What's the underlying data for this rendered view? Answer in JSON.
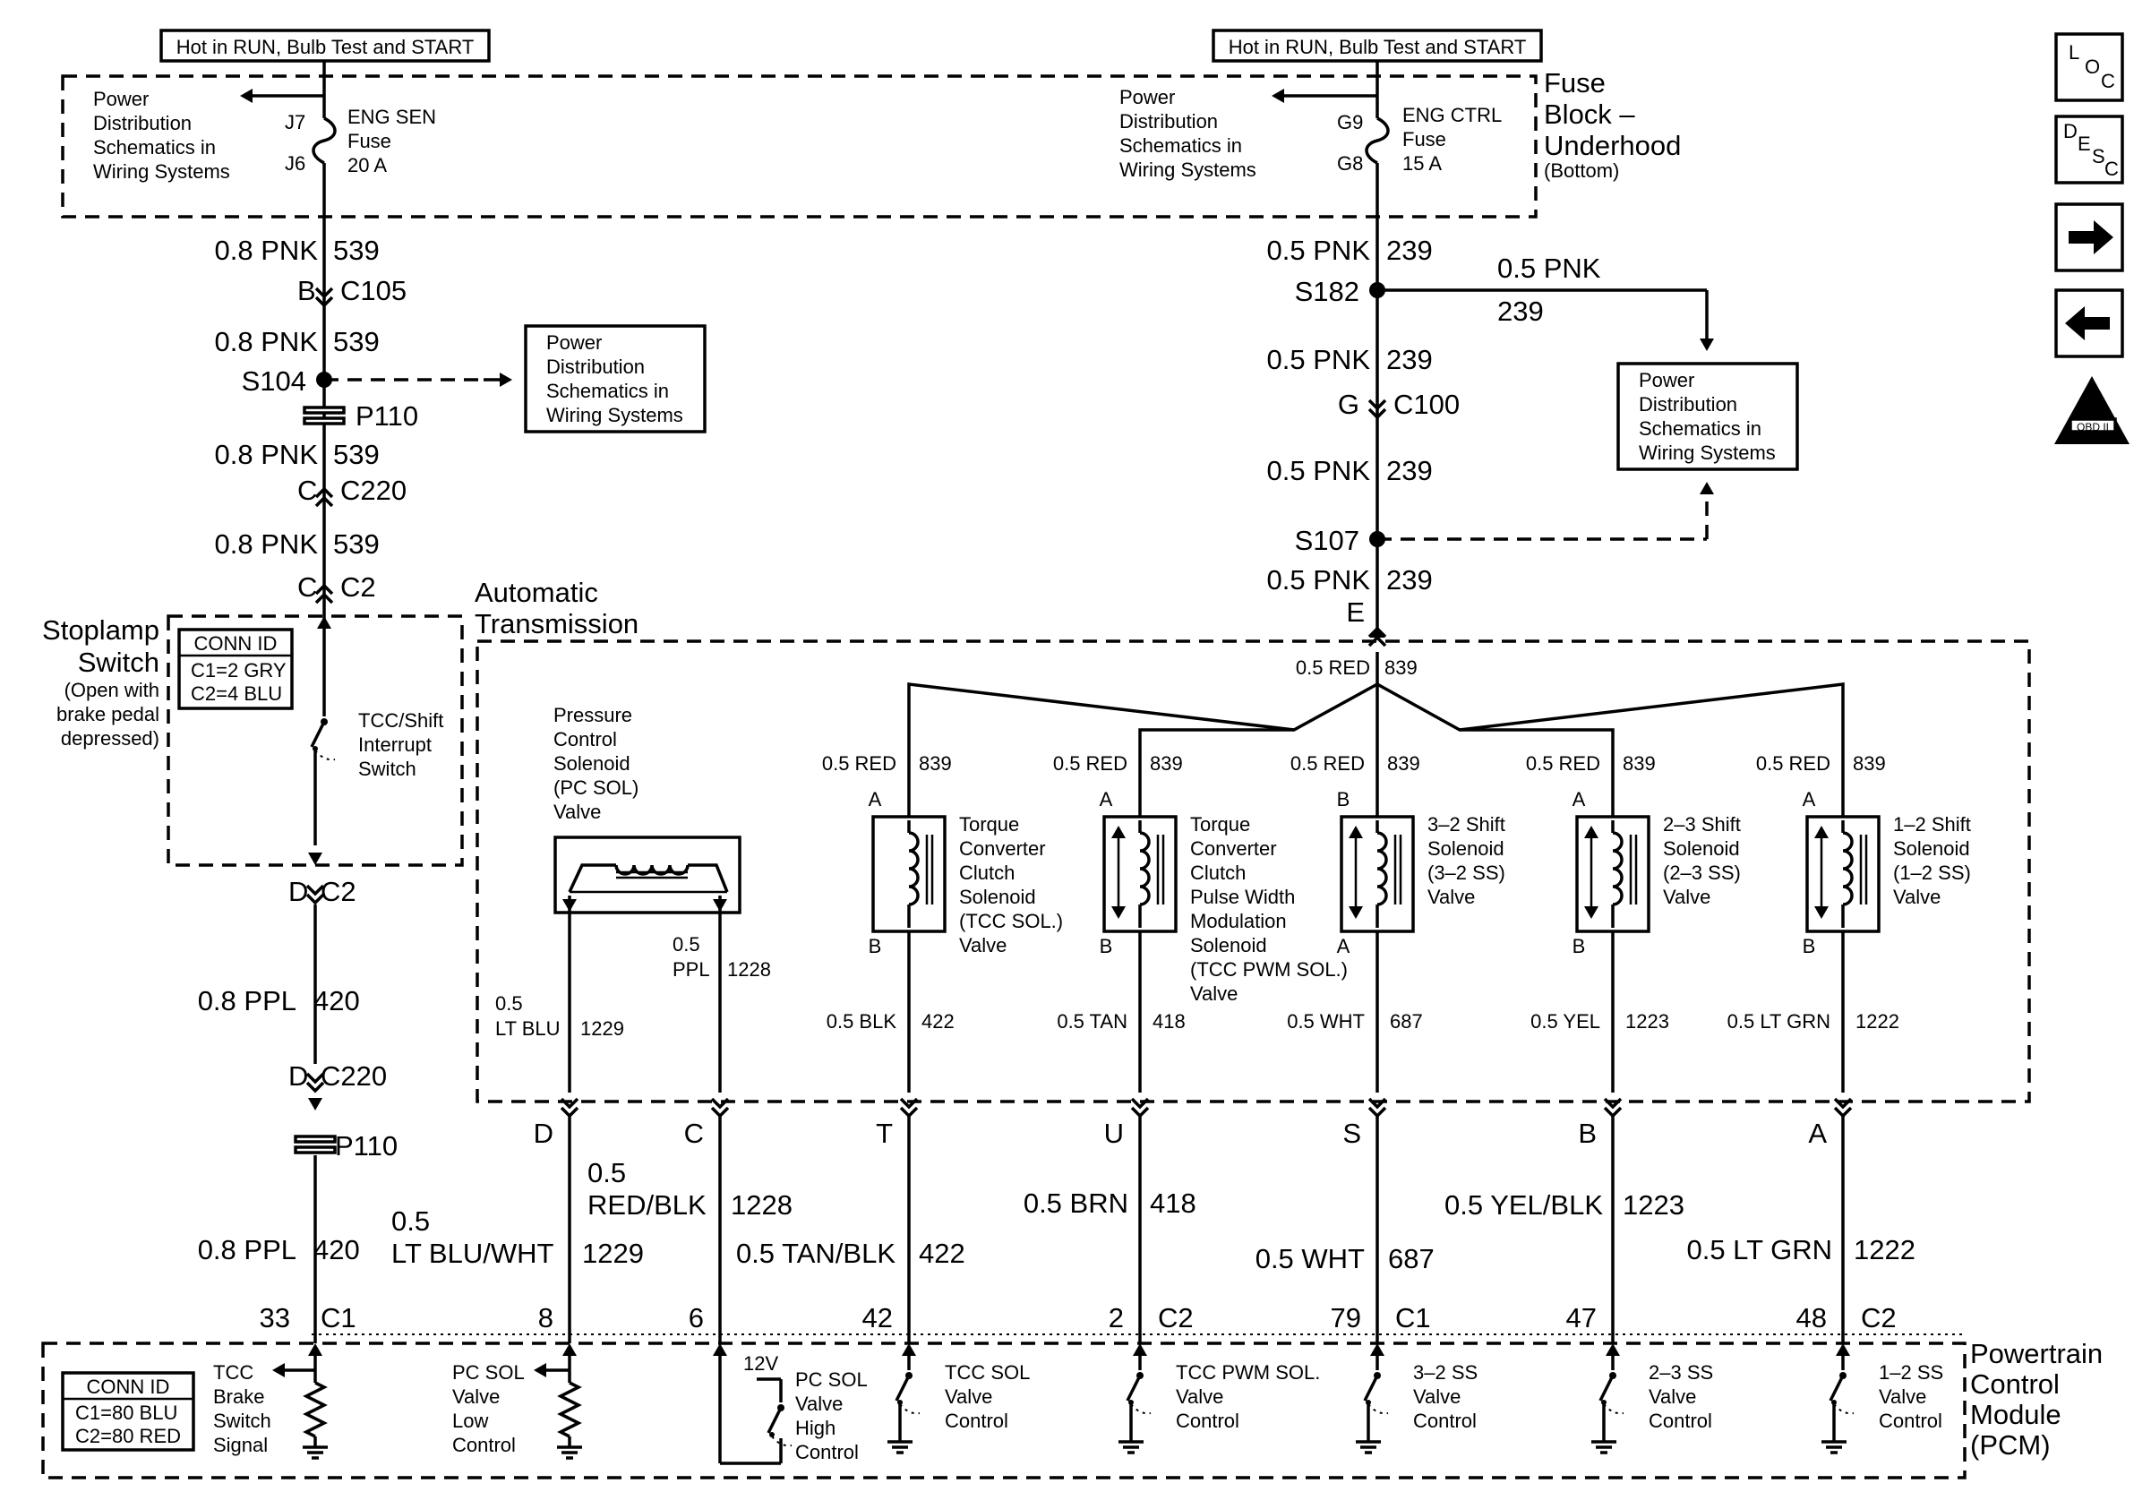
{
  "hot_label": "Hot in RUN, Bulb Test and START",
  "power_dist_lines": [
    "Power",
    "Distribution",
    "Schematics in",
    "Wiring Systems"
  ],
  "fuse_block_lines": [
    "Fuse",
    "Block –",
    "Underhood"
  ],
  "fuse_block_sub": "(Bottom)",
  "left_fuse": {
    "in_pin": "J7",
    "out_pin": "J6",
    "lines": [
      "ENG SEN",
      "Fuse",
      "20 A"
    ]
  },
  "right_fuse": {
    "in_pin": "G9",
    "out_pin": "G8",
    "lines": [
      "ENG CTRL",
      "Fuse",
      "15 A"
    ]
  },
  "left_column": {
    "wire1": "0.8 PNK",
    "circ1": "539",
    "b_pin": "B",
    "c105": "C105",
    "s104": "S104",
    "p110": "P110",
    "c_pin": "C",
    "c220": "C220",
    "c2": "C2",
    "d_pin": "D",
    "wire2": "0.8 PPL",
    "circ2": "420",
    "pcm_pin": "33",
    "c1": "C1"
  },
  "stoplamp": {
    "title1": "Stoplamp",
    "title2": "Switch",
    "note": [
      "(Open with",
      "brake pedal",
      "depressed)"
    ],
    "conn_id": "CONN ID",
    "c1": "C1=2 GRY",
    "c2": "C2=4 BLU",
    "switch_label": [
      "TCC/Shift",
      "Interrupt",
      "Switch"
    ]
  },
  "right_column": {
    "wire": "0.5 PNK",
    "circ": "239",
    "s182": "S182",
    "s107": "S107",
    "g_pin": "G",
    "c100": "C100",
    "e_pin": "E"
  },
  "trans_title": [
    "Automatic",
    "Transmission"
  ],
  "red_bus": {
    "wire": "0.5 RED",
    "circ": "839"
  },
  "pc_sol": {
    "label": [
      "Pressure",
      "Control",
      "Solenoid",
      "(PC SOL)",
      "Valve"
    ],
    "w1": "0.5",
    "w1b": "LT BLU",
    "c1": "1229",
    "w2": "0.5",
    "w2b": "PPL",
    "c2": "1228"
  },
  "solenoids": [
    {
      "top_pin": "A",
      "bot_pin": "B",
      "label": [
        "Torque",
        "Converter",
        "Clutch",
        "Solenoid",
        "(TCC SOL.)",
        "Valve"
      ],
      "bot_wire": "0.5 BLK",
      "bot_circ": "422"
    },
    {
      "top_pin": "A",
      "bot_pin": "B",
      "label": [
        "Torque",
        "Converter",
        "Clutch",
        "Pulse Width",
        "Modulation",
        "Solenoid",
        "(TCC PWM SOL.)",
        "Valve"
      ],
      "bot_wire": "0.5 TAN",
      "bot_circ": "418"
    },
    {
      "top_pin": "B",
      "bot_pin": "A",
      "label": [
        "3–2 Shift",
        "Solenoid",
        "(3–2 SS)",
        "Valve"
      ],
      "bot_wire": "0.5 WHT",
      "bot_circ": "687"
    },
    {
      "top_pin": "A",
      "bot_pin": "B",
      "label": [
        "2–3 Shift",
        "Solenoid",
        "(2–3 SS)",
        "Valve"
      ],
      "bot_wire": "0.5 YEL",
      "bot_circ": "1223"
    },
    {
      "top_pin": "A",
      "bot_pin": "B",
      "label": [
        "1–2 Shift",
        "Solenoid",
        "(1–2 SS)",
        "Valve"
      ],
      "bot_wire": "0.5 LT GRN",
      "bot_circ": "1222"
    }
  ],
  "trans_pins": [
    "D",
    "C",
    "T",
    "U",
    "S",
    "B",
    "A"
  ],
  "pcm_wires": [
    {
      "w1": "0.5",
      "w2": "LT BLU/WHT",
      "c": "1229",
      "pin": "8"
    },
    {
      "w1": "0.5",
      "w2": "RED/BLK",
      "c": "1228",
      "pin": "6"
    },
    {
      "w2": "0.5 TAN/BLK",
      "c": "422",
      "pin": "42"
    },
    {
      "w2": "0.5 BRN",
      "c": "418",
      "pin": "2",
      "conn": "C2"
    },
    {
      "w2": "0.5 WHT",
      "c": "687",
      "pin": "79",
      "conn": "C1"
    },
    {
      "w2": "0.5 YEL/BLK",
      "c": "1223",
      "pin": "47"
    },
    {
      "w2": "0.5 LT GRN",
      "c": "1222",
      "pin": "48",
      "conn": "C2"
    }
  ],
  "pcm": {
    "title": [
      "Powertrain",
      "Control",
      "Module",
      "(PCM)"
    ],
    "conn_id": "CONN ID",
    "c1": "C1=80 BLU",
    "c2": "C2=80 RED",
    "v12": "12V",
    "labels": [
      [
        "TCC",
        "Brake",
        "Switch",
        "Signal"
      ],
      [
        "PC SOL",
        "Valve",
        "Low",
        "Control"
      ],
      [
        "PC SOL",
        "Valve",
        "High",
        "Control"
      ],
      [
        "TCC SOL",
        "Valve",
        "Control"
      ],
      [
        "TCC PWM SOL.",
        "Valve",
        "Control"
      ],
      [
        "3–2 SS",
        "Valve",
        "Control"
      ],
      [
        "2–3 SS",
        "Valve",
        "Control"
      ],
      [
        "1–2 SS",
        "Valve",
        "Control"
      ]
    ]
  },
  "side_icons": {
    "loc": [
      "L",
      "O",
      "C"
    ],
    "desc": [
      "D",
      "E",
      "S",
      "C"
    ],
    "obd": "OBD II",
    "obd_roman": "II"
  }
}
